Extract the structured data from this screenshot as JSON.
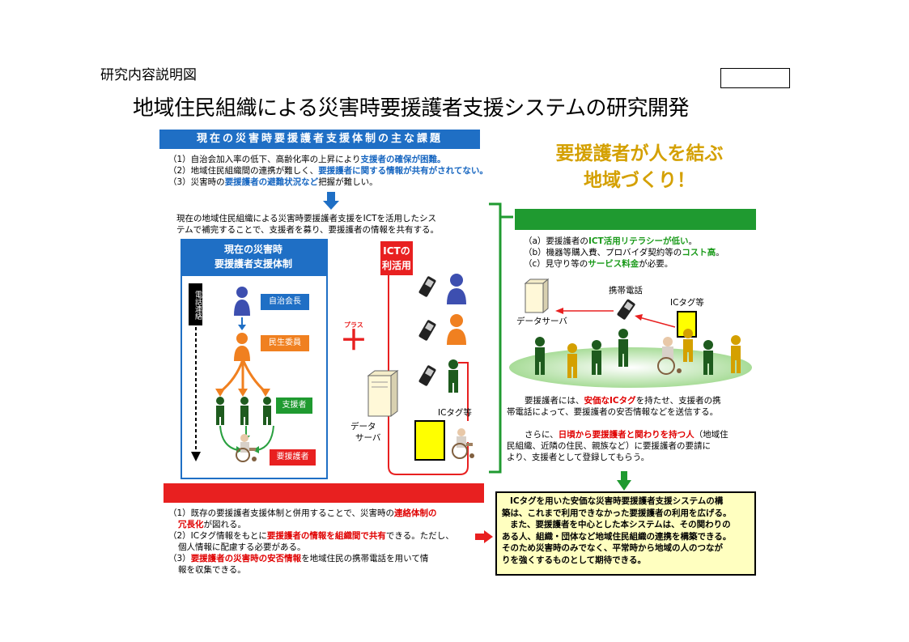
{
  "header": {
    "caption": "研究内容説明図",
    "title": "地域住民組織による災害時要援護者支援システムの研究開発"
  },
  "issues": {
    "heading": "現在の災害時要援護者支援体制の主な課題",
    "item1_pre": "（1）自治会加入率の低下、高齢化率の上昇により",
    "item1_hl": "支援者の確保が困難。",
    "item2_pre": "（2）地域住民組織間の連携が難しく、",
    "item2_hl": "要援護者に関する情報が共有がされてない。",
    "item3_pre": "（3）災害時の",
    "item3_hl": "要援護者の避難状況など",
    "item3_post": "把握が難しい。"
  },
  "slogan": {
    "line1": "要援護者が人を結ぶ",
    "line2": "地域づくり！"
  },
  "intro": {
    "line1": "現在の地域住民組織による災害時要援護者支援をICTを活用したシス",
    "line2": "テムで補完することで、支援者を募り、要援護者の情報を共有する。"
  },
  "current_system": {
    "title_line1": "現在の災害時",
    "title_line2": "要援護者支援体制",
    "phone_label": "電話連絡",
    "role1": "自治会長",
    "role2": "民生委員",
    "role3": "支援者",
    "role4": "要援護者"
  },
  "plus": {
    "label": "プラス",
    "symbol": "＋"
  },
  "ict": {
    "title_line1": "ICTの",
    "title_line2": "利活用",
    "server_line1": "データ",
    "server_line2": "サーバ",
    "tag_label": "ICタグ等"
  },
  "right_panel": {
    "p1_pre": "（a）要援護者の",
    "p1_hl": "ICT活用リテラシーが低い",
    "p1_post": "。",
    "p2_pre": "（b）機器等購入費、プロバイダ契約等の",
    "p2_hl": "コスト高",
    "p2_post": "。",
    "p3_pre": "（c）見守り等の",
    "p3_hl": "サービス料金",
    "p3_post": "が必要。",
    "server_label": "データサーバ",
    "phone_label": "携帯電話",
    "tag_label": "ICタグ等",
    "desc1_pre": "要援護者には、",
    "desc1_hl": "安価なICタグ",
    "desc1_post": "を持たせ、支援者の携",
    "desc1_line2": "帯電話によって、要援護者の安否情報などを送信する。",
    "desc2_pre": "さらに、",
    "desc2_hl": "日頃から要援護者と関わりを持つ人",
    "desc2_post": "（地域住",
    "desc2_line2": "民組織、近隣の住民、親族など）に要援護者の要請に",
    "desc2_line3": "より、支援者として登録してもらう。"
  },
  "effects": {
    "e1_pre": "（1）既存の要援護者支援体制と併用することで、災害時の",
    "e1_hl": "連絡体制の",
    "e1_hl2": "冗長化",
    "e1_post": "が図れる。",
    "e2_pre": "（2）ICタグ情報をもとに",
    "e2_hl": "要援護者の情報を組織間で共有",
    "e2_post": "できる。ただし、",
    "e2_line2": "個人情報に配慮する必要がある。",
    "e3_pre": "（3）",
    "e3_hl": "要援護者の災害時の安否情報",
    "e3_post": "を地域住民の携帯電話を用いて情",
    "e3_line2": "報を収集できる。"
  },
  "conclusion": {
    "line1": "ICタグを用いた安価な災害時要援護者支援システムの構",
    "line2": "築は、これまで利用できなかった要援護者の利用を広げる。",
    "line3": "また、要援護者を中心とした本システムは、その関わりの",
    "line4": "ある人、組織・団体など地域住民組織の連携を構築できる。",
    "line5": "そのため災害時のみでなく、平常時から地域の人のつなが",
    "line6": "りを強くするものとして期待できる。"
  },
  "colors": {
    "blue": "#1f6fc5",
    "red": "#e82020",
    "green": "#1f9a30",
    "orange": "#f08020",
    "gold": "#d4a000",
    "yellow": "#ffff00"
  }
}
